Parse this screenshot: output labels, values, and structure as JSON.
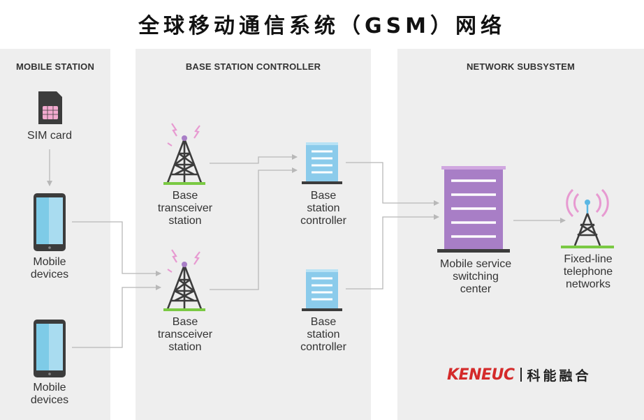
{
  "title": "全球移动通信系统（GSM）网络",
  "panels": {
    "mobile_station": "MOBILE STATION",
    "base_station_controller": "BASE STATION CONTROLLER",
    "network_subsystem": "NETWORK SUBSYSTEM"
  },
  "nodes": {
    "sim_card": "SIM card",
    "mobile_devices_1": "Mobile\ndevices",
    "mobile_devices_2": "Mobile\ndevices",
    "bts_1": "Base\ntransceiver\nstation",
    "bts_2": "Base\ntransceiver\nstation",
    "bsc_1": "Base\nstation\ncontroller",
    "bsc_2": "Base\nstation\ncontroller",
    "msc": "Mobile service\nswitching\ncenter",
    "pstn": "Fixed-line\ntelephone\nnetworks"
  },
  "logo": {
    "en": "KENEUC",
    "cn": "科能融合"
  },
  "colors": {
    "panel_bg": "#eeeeee",
    "connector": "#b8b8b8",
    "phone_screen": "#7ecbe7",
    "sim_chip": "#f2a9cf",
    "tower": "#3c3c3c",
    "grass": "#7ac943",
    "signal": "#e79ad1",
    "server": "#8bcbeb",
    "msc": "#a87ec6",
    "logo_red": "#d42a2a"
  }
}
